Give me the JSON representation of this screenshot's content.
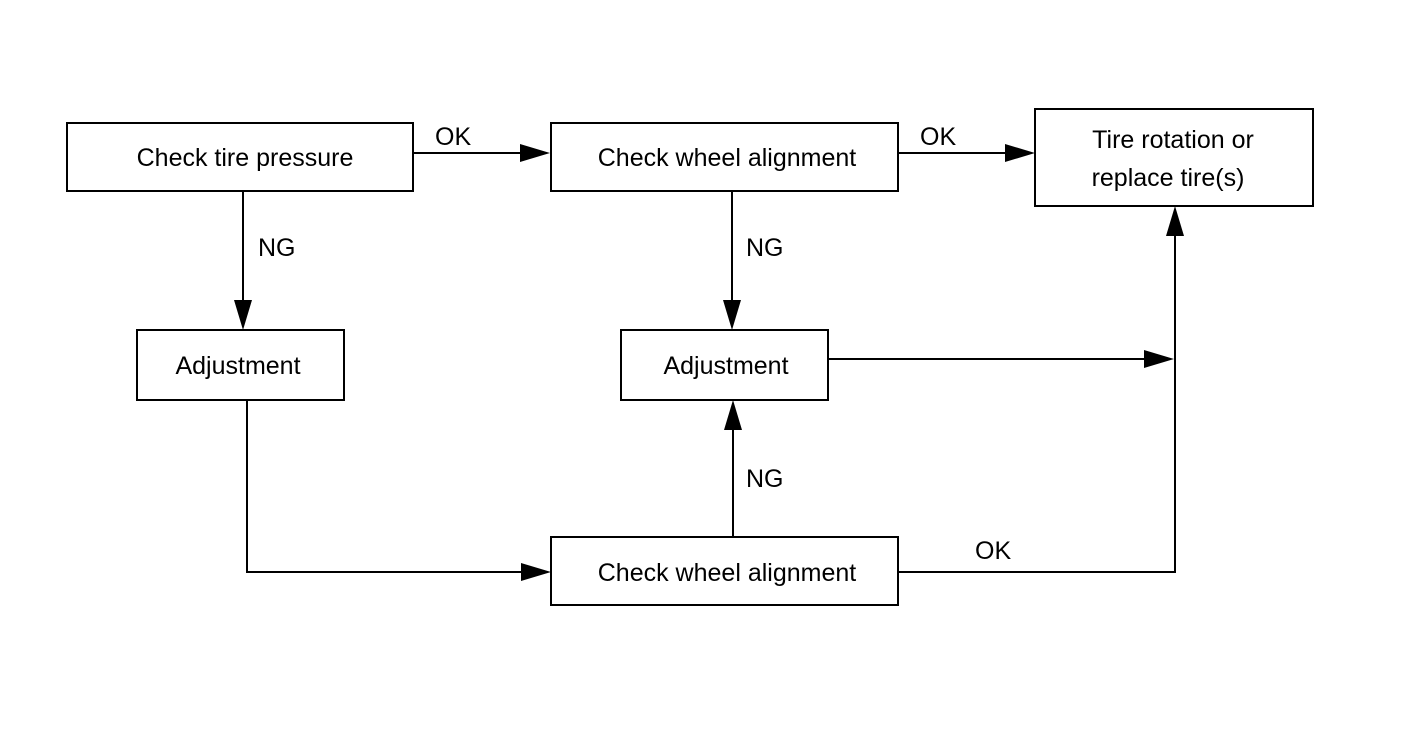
{
  "nodes": {
    "check_pressure": {
      "label": "Check tire pressure"
    },
    "check_align_top": {
      "label": "Check wheel alignment"
    },
    "tire_rotation": {
      "line1": "Tire rotation or",
      "line2": "replace tire(s)"
    },
    "adjust_left": {
      "label": "Adjustment"
    },
    "adjust_mid": {
      "label": "Adjustment"
    },
    "check_align_bottom": {
      "label": "Check wheel alignment"
    }
  },
  "edges": {
    "pressure_ok": {
      "label": "OK"
    },
    "align_top_ok": {
      "label": "OK"
    },
    "pressure_ng": {
      "label": "NG"
    },
    "align_top_ng": {
      "label": "NG"
    },
    "align_bottom_ng": {
      "label": "NG"
    },
    "align_bottom_ok": {
      "label": "OK"
    }
  },
  "colors": {
    "line": "#000000",
    "background": "#ffffff"
  }
}
